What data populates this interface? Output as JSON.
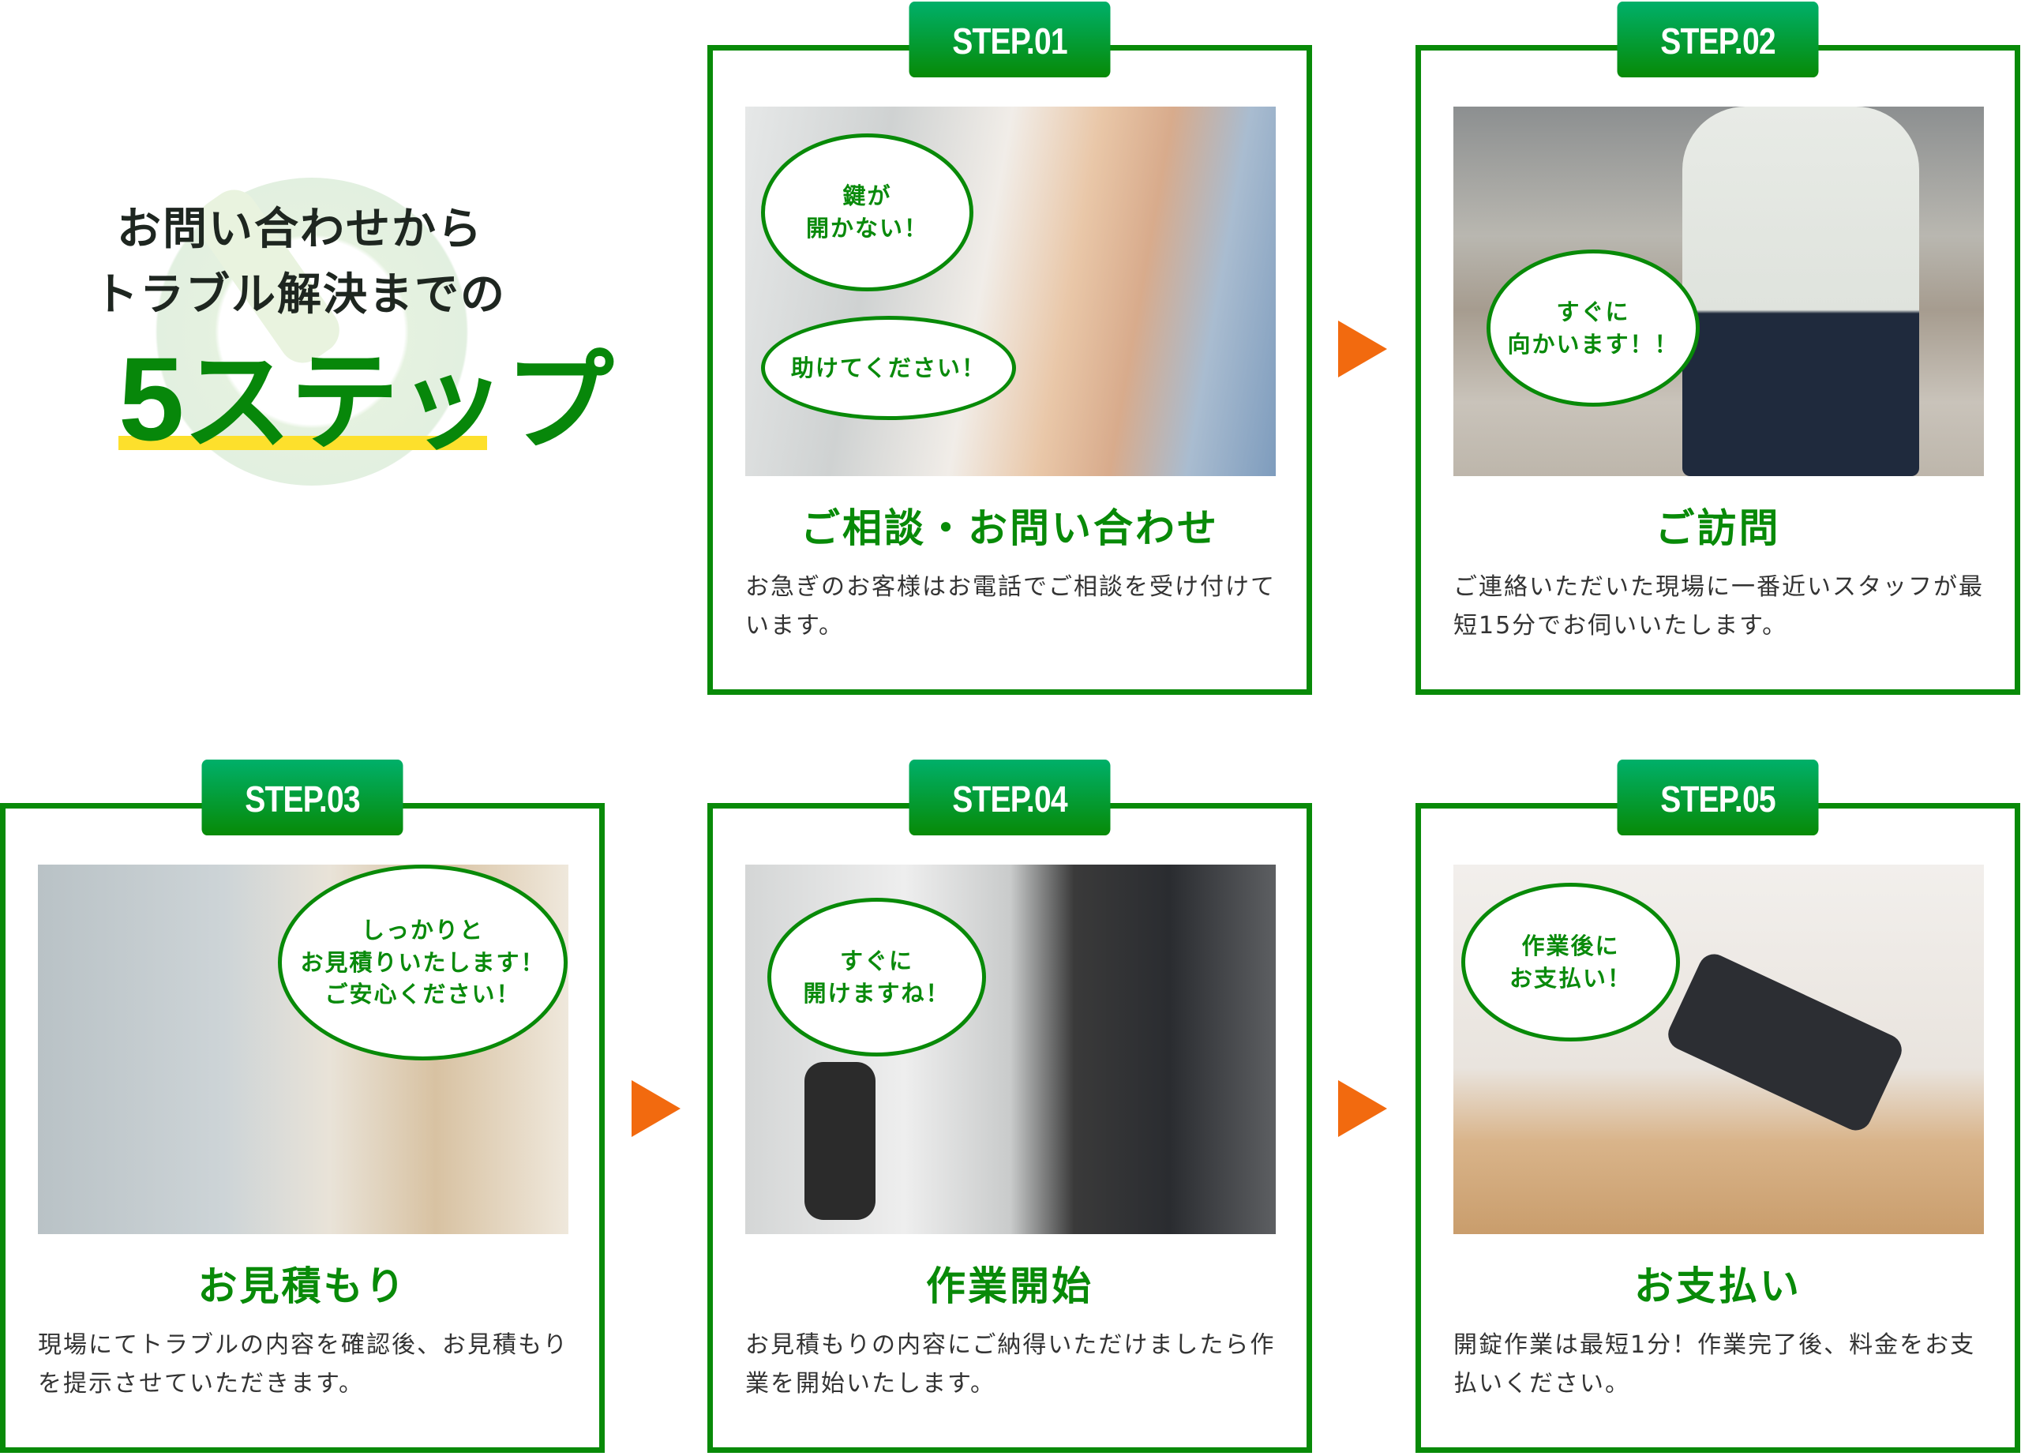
{
  "intro": {
    "line1": "お問い合わせから",
    "line2": "トラブル解決までの",
    "count": "5",
    "steps_word": "ステップ"
  },
  "colors": {
    "brand_green": "#088a08",
    "accent_orange": "#f26a0f",
    "highlight_yellow": "#fde02c"
  },
  "steps": [
    {
      "badge": "STEP.01",
      "title": "ご相談・お問い合わせ",
      "desc": "お急ぎのお客様はお電話でご相談を受け付けています。",
      "bubbles": [
        [
          "鍵が",
          "開かない！"
        ],
        [
          "助けてください！"
        ]
      ]
    },
    {
      "badge": "STEP.02",
      "title": "ご訪問",
      "desc": "ご連絡いただいた現場に一番近いスタッフが最短15分でお伺いいたします。",
      "bubbles": [
        [
          "すぐに",
          "向かいます！！"
        ]
      ]
    },
    {
      "badge": "STEP.03",
      "title": "お見積もり",
      "desc": "現場にてトラブルの内容を確認後、お見積もりを提示させていただきます。",
      "bubbles": [
        [
          "しっかりと",
          "お見積りいたします！",
          "ご安心ください！"
        ]
      ]
    },
    {
      "badge": "STEP.04",
      "title": "作業開始",
      "desc": "お見積もりの内容にご納得いただけましたら作業を開始いたします。",
      "bubbles": [
        [
          "すぐに",
          "開けますね！"
        ]
      ]
    },
    {
      "badge": "STEP.05",
      "title": "お支払い",
      "desc": "開錠作業は最短1分！作業完了後、料金をお支払いください。",
      "bubbles": [
        [
          "作業後に",
          "お支払い！"
        ]
      ]
    }
  ]
}
